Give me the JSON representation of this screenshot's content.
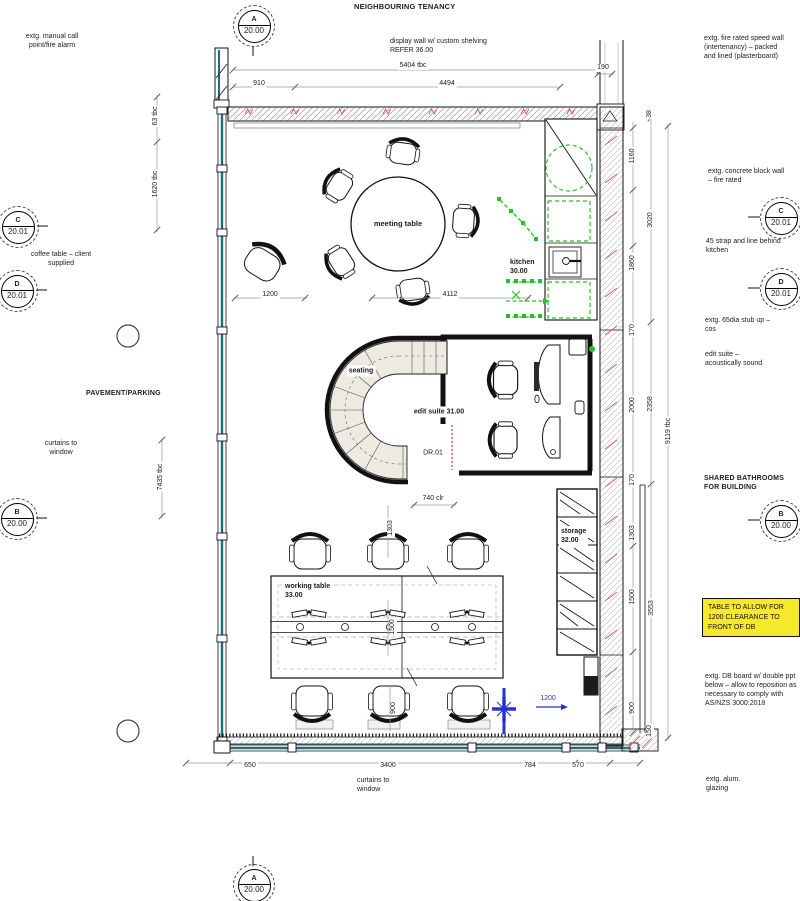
{
  "colors": {
    "glazing_teal": "#1e6e78",
    "hatch_red": "#d95f5f",
    "services_green": "#22c32a",
    "electrical_blue": "#2633cc",
    "highlight_yellow": "#f6e82b",
    "seat_fill": "#edeae2"
  },
  "tenancy": "NEIGHBOURING TENANCY",
  "markers": {
    "top_a": {
      "letter": "A",
      "sheet": "20.00"
    },
    "bottom_a": {
      "letter": "A",
      "sheet": "20.00"
    },
    "left_c": {
      "letter": "C",
      "sheet": "20.01"
    },
    "left_d": {
      "letter": "D",
      "sheet": "20.01"
    },
    "left_b": {
      "letter": "B",
      "sheet": "20.00"
    },
    "right_c": {
      "letter": "C",
      "sheet": "20.01"
    },
    "right_d": {
      "letter": "D",
      "sheet": "20.01"
    },
    "right_b": {
      "letter": "B",
      "sheet": "20.00"
    }
  },
  "notes": {
    "manual_call": "extg. manual call point/fire alarm",
    "display_wall": "display wall w/ custom shelving REFER 36.00",
    "speed_wall": "extg. fire rated speed wall (intertenancy) – packed and lined (plasterboard)",
    "concrete_wall": "extg. concrete block wall – fire rated",
    "strap_line": "45 strap and line behind kitchen",
    "coffee_table": "coffee table – client supplied",
    "stub_up": "extg. 65dia stub up – cos",
    "edit_acoustic": "edit suite – acoustically sound",
    "pavement": "PAVEMENT/PARKING",
    "curtains_window_left": "curtains to window",
    "shared_bathrooms": "SHARED BATHROOMS FOR BUILDING",
    "table_clearance": "TABLE TO ALLOW FOR 1200 CLEARANCE TO FRONT OF DB",
    "db_board": "extg. DB board w/ double ppt below – allow to reposition as necessary to comply with AS/NZS 3000:2018",
    "alum_glazing": "extg. alum. glazing",
    "curtains_window_bottom": "curtains to window"
  },
  "rooms": {
    "meeting_table": "meeting table",
    "kitchen": {
      "name": "kitchen",
      "number": "30.00"
    },
    "seating": "seating",
    "edit_suite": "edit suite 31.00",
    "door_tag": "DR.01",
    "storage": {
      "name": "storage",
      "number": "32.00"
    },
    "working_table": {
      "name": "working table",
      "number": "33.00"
    }
  },
  "dimensions": {
    "top": {
      "d910": "910",
      "d5404": "5404 tbc",
      "d4494": "4494",
      "d190": "190"
    },
    "left": {
      "d63": "63 tbc",
      "d1620": "1620 tbc",
      "d7435": "7435 tbc"
    },
    "plan": {
      "d1200_chair": "1200",
      "d4112": "4112",
      "d1303": "1303",
      "d1500": "1500",
      "d900": "900",
      "d740": "740 clr",
      "d1200_db": "1200"
    },
    "right": {
      "d38": "38",
      "d1160": "1160",
      "d3020": "3020",
      "d1860": "1860",
      "d170_kitchen": "170",
      "d2000": "2000",
      "d2358": "2358",
      "d9119": "9119 tbc",
      "d170_storage": "170",
      "d1303": "1303",
      "d1500": "1500",
      "d3553": "3553",
      "d900": "900",
      "d150": "150"
    },
    "bottom": {
      "d650": "650",
      "d3400": "3400",
      "d784": "784",
      "d570": "570"
    }
  }
}
